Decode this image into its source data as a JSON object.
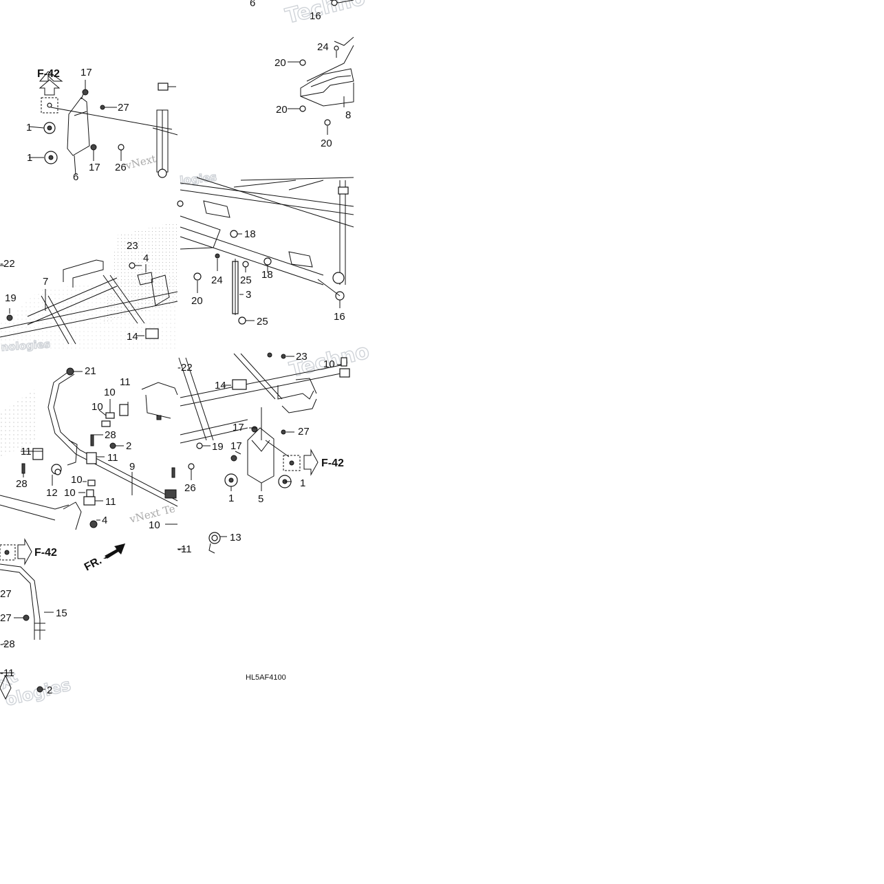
{
  "diagram": {
    "code": "HL5AF4100",
    "front_marker": "FR.",
    "ref_label": "F-42",
    "watermarks": [
      "Techno",
      "vNext",
      "logies",
      "Techno",
      "vNext Te",
      "nologies",
      "xt",
      "ologies"
    ],
    "callouts": [
      {
        "id": "c01",
        "text": "6"
      },
      {
        "id": "c02",
        "text": "16"
      },
      {
        "id": "c03",
        "text": "24"
      },
      {
        "id": "c04",
        "text": "20"
      },
      {
        "id": "c05",
        "text": "20"
      },
      {
        "id": "c06",
        "text": "8"
      },
      {
        "id": "c07",
        "text": "20"
      },
      {
        "id": "c08",
        "text": "17"
      },
      {
        "id": "c09",
        "text": "27"
      },
      {
        "id": "c10",
        "text": "1"
      },
      {
        "id": "c11",
        "text": "1"
      },
      {
        "id": "c12",
        "text": "17"
      },
      {
        "id": "c13",
        "text": "26"
      },
      {
        "id": "c14",
        "text": "6"
      },
      {
        "id": "c15",
        "text": "18"
      },
      {
        "id": "c16",
        "text": "24"
      },
      {
        "id": "c17",
        "text": "25"
      },
      {
        "id": "c18",
        "text": "18"
      },
      {
        "id": "c19",
        "text": "20"
      },
      {
        "id": "c20",
        "text": "3"
      },
      {
        "id": "c21",
        "text": "25"
      },
      {
        "id": "c22",
        "text": "16"
      },
      {
        "id": "c23",
        "text": "23"
      },
      {
        "id": "c24",
        "text": "4"
      },
      {
        "id": "c25",
        "text": "-22"
      },
      {
        "id": "c26",
        "text": "7"
      },
      {
        "id": "c27",
        "text": "19"
      },
      {
        "id": "c28",
        "text": "14"
      },
      {
        "id": "c29",
        "text": "21"
      },
      {
        "id": "c30",
        "text": "11"
      },
      {
        "id": "c31",
        "text": "10"
      },
      {
        "id": "c32",
        "text": "10"
      },
      {
        "id": "c33",
        "text": "28"
      },
      {
        "id": "c34",
        "text": "2"
      },
      {
        "id": "c35",
        "text": "11"
      },
      {
        "id": "c36",
        "text": "11"
      },
      {
        "id": "c37",
        "text": "28"
      },
      {
        "id": "c38",
        "text": "12"
      },
      {
        "id": "c39",
        "text": "10"
      },
      {
        "id": "c40",
        "text": "10"
      },
      {
        "id": "c41",
        "text": "9"
      },
      {
        "id": "c42",
        "text": "11"
      },
      {
        "id": "c43",
        "text": "4"
      },
      {
        "id": "c44",
        "text": "-22"
      },
      {
        "id": "c45",
        "text": "23"
      },
      {
        "id": "c46",
        "text": "10"
      },
      {
        "id": "c47",
        "text": "14"
      },
      {
        "id": "c48",
        "text": "17"
      },
      {
        "id": "c49",
        "text": "27"
      },
      {
        "id": "c50",
        "text": "19"
      },
      {
        "id": "c51",
        "text": "17"
      },
      {
        "id": "c52",
        "text": "26"
      },
      {
        "id": "c53",
        "text": "1"
      },
      {
        "id": "c54",
        "text": "5"
      },
      {
        "id": "c55",
        "text": "1"
      },
      {
        "id": "c56",
        "text": "10"
      },
      {
        "id": "c57",
        "text": "13"
      },
      {
        "id": "c58",
        "text": "-11"
      },
      {
        "id": "c59",
        "text": "27"
      },
      {
        "id": "c60",
        "text": "27"
      },
      {
        "id": "c61",
        "text": "15"
      },
      {
        "id": "c62",
        "text": "-28"
      },
      {
        "id": "c63",
        "text": "-11"
      },
      {
        "id": "c64",
        "text": "2"
      }
    ]
  }
}
